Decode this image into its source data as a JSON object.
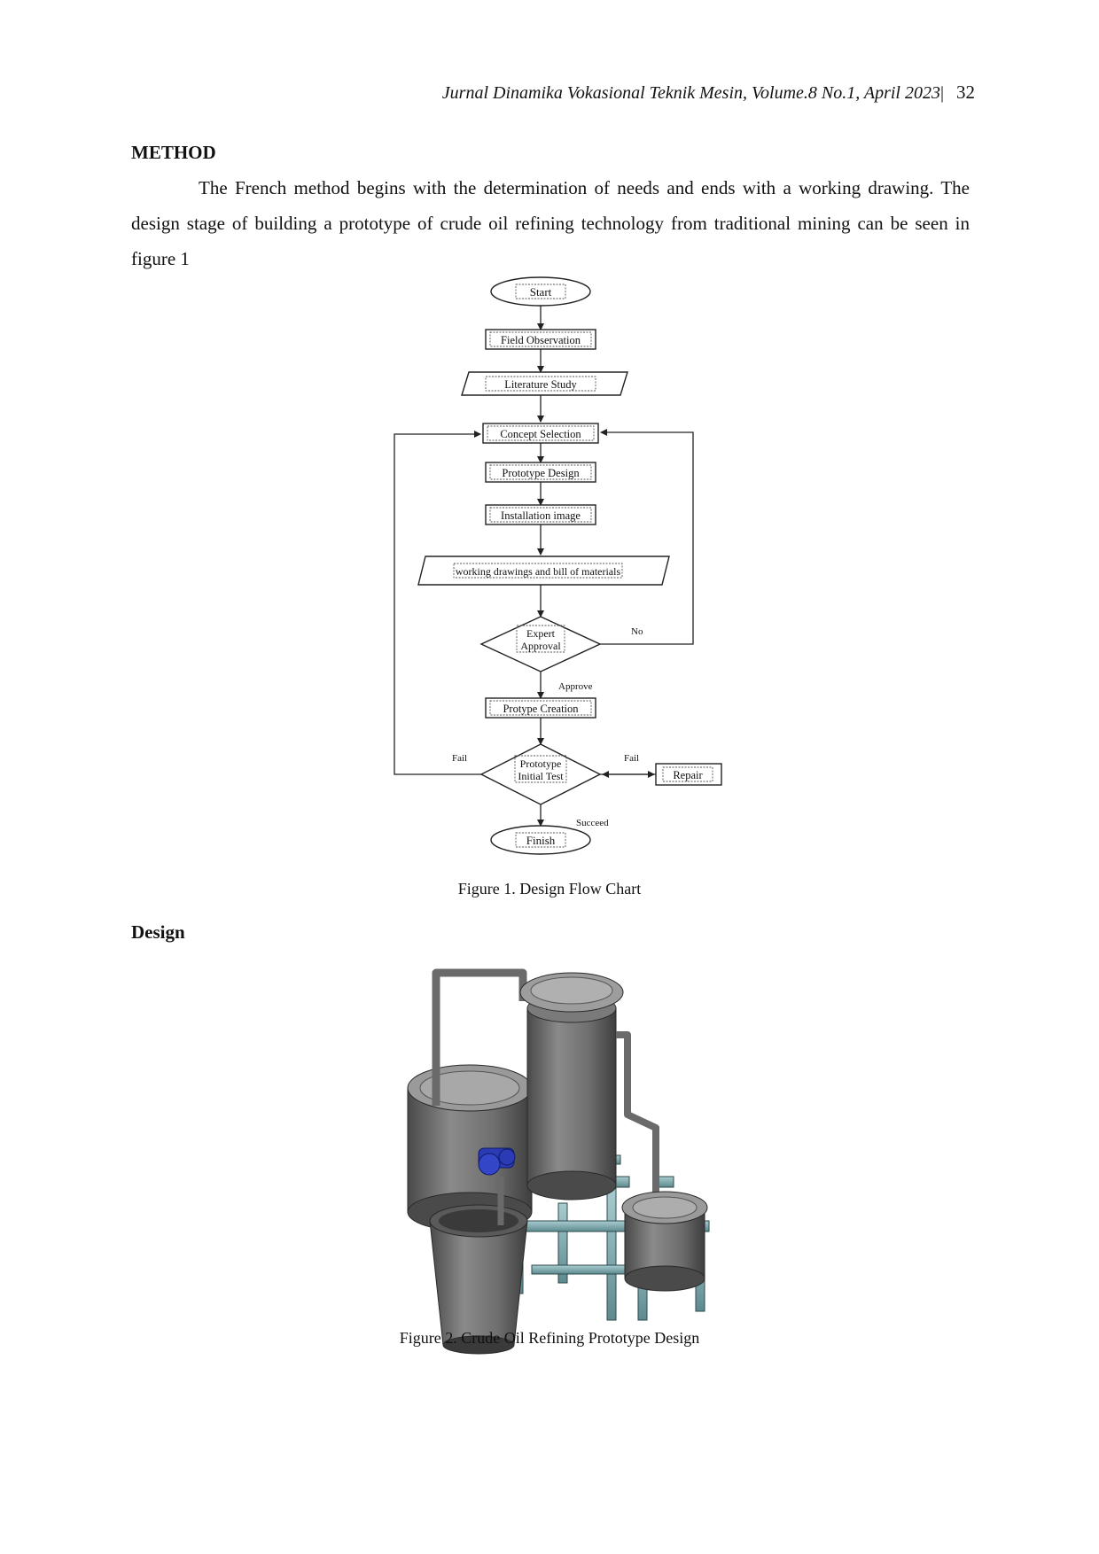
{
  "header": {
    "journal": "Jurnal Dinamika Vokasional Teknik Mesin, Volume.8 No.1, April 2023",
    "separator": "|",
    "page_number": "32"
  },
  "method": {
    "title": "METHOD",
    "paragraph": "The French method begins with the determination of needs and ends with a working drawing. The design stage of building a prototype of crude oil refining technology from traditional mining can be seen in figure 1"
  },
  "figure1": {
    "caption": "Figure 1. Design Flow Chart",
    "nodes": {
      "start": "Start",
      "field_observation": "Field Observation",
      "literature_study": "Literature Study",
      "concept_selection": "Concept Selection",
      "prototype_design": "Prototype Design",
      "installation_image": "Installation image",
      "working_drawings": "working drawings and bill of materials",
      "expert_approval_line1": "Expert",
      "expert_approval_line2": "Approval",
      "prototype_creation": "Protype Creation",
      "initial_test_line1": "Prototype",
      "initial_test_line2": "Initial Test",
      "repair": "Repair",
      "finish": "Finish"
    },
    "edge_labels": {
      "no": "No",
      "approve": "Approve",
      "fail_left": "Fail",
      "fail_right": "Fail",
      "succeed": "Succeed"
    }
  },
  "design": {
    "title": "Design"
  },
  "figure2": {
    "caption": "Figure 2. Crude Oil Refining Prototype Design",
    "colors": {
      "steel": "#7d7d7d",
      "steel_dark": "#4a4a4a",
      "frame": "#7aa3a8",
      "pump": "#2a3bb5"
    }
  }
}
